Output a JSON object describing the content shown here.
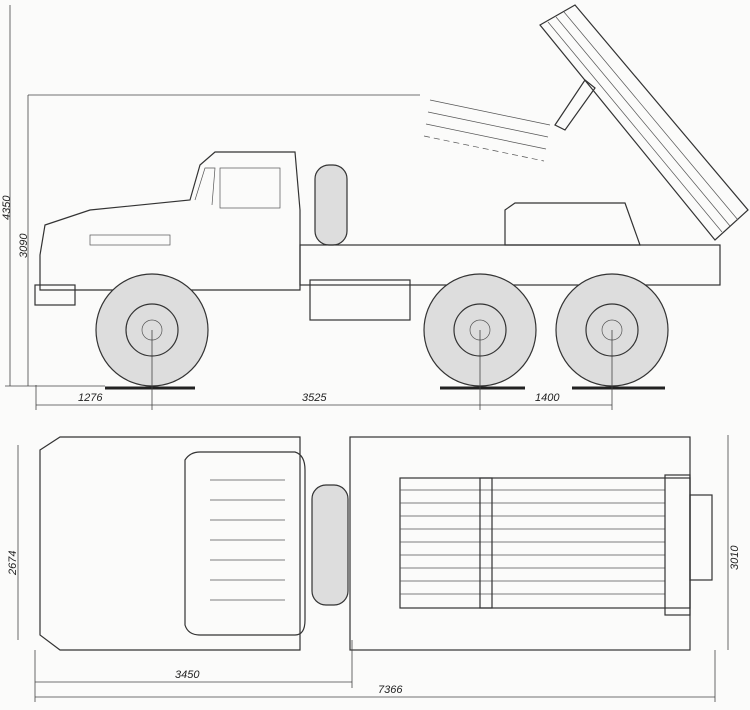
{
  "drawing": {
    "side_view": {
      "dimensions": {
        "overall_height": "4350",
        "cab_height": "3090",
        "front_overhang": "1276",
        "wheelbase_front": "3525",
        "wheelbase_rear": "1400"
      }
    },
    "top_view": {
      "dimensions": {
        "cab_width": "2674",
        "overall_width": "3010",
        "cab_to_launcher": "3450",
        "overall_length": "7366"
      }
    }
  }
}
